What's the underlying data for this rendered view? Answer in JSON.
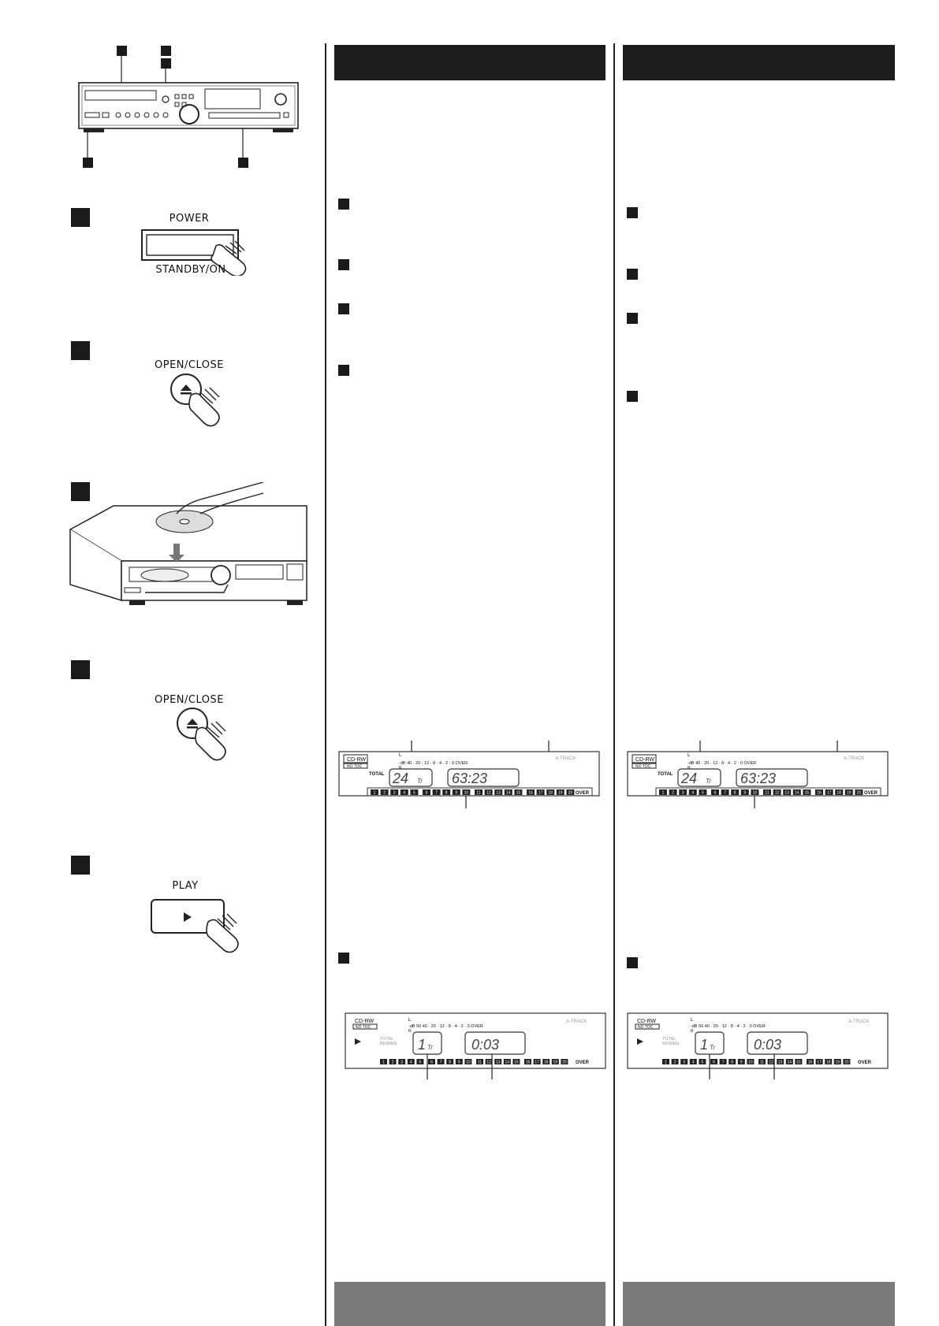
{
  "buttons": {
    "power_label": "POWER",
    "standby_label": "STANDBY/ON",
    "open_close_label_1": "OPEN/CLOSE",
    "open_close_label_2": "OPEN/CLOSE",
    "play_label": "PLAY"
  },
  "display_large": {
    "disc_type": "CD-RW",
    "no_toc": "NO TOC",
    "total_label": "TOTAL",
    "tracks": "24",
    "tracks_unit": "Tr",
    "time": "63:23",
    "a_track": "A-TRACK",
    "level_l": "L",
    "level_r": "R",
    "scale": "-dB  40 · 20 · 12 · 8 · 4 · 2 · 0 OVER",
    "track_numbers": [
      "1",
      "2",
      "3",
      "4",
      "5",
      "6",
      "7",
      "8",
      "9",
      "10",
      "11",
      "12",
      "13",
      "14",
      "15",
      "16",
      "17",
      "18",
      "19",
      "20"
    ],
    "over": "OVER"
  },
  "display_small": {
    "disc_type": "CD-RW",
    "no_toc": "NO TOC",
    "total_label": "TOTAL",
    "remain_label": "REMAIN",
    "track": "1",
    "track_unit": "Tr",
    "time": "0:03",
    "a_track": "A-TRACK",
    "level_l": "L",
    "level_r": "R",
    "scale": "-dB 50 40 · 20 · 12 · 8 · 4 · 2 · 0 OVER",
    "track_numbers": [
      "1",
      "2",
      "3",
      "4",
      "5",
      "6",
      "7",
      "8",
      "9",
      "10",
      "11",
      "12",
      "13",
      "14",
      "15",
      "16",
      "17",
      "18",
      "19",
      "20"
    ],
    "over": "OVER"
  },
  "colors": {
    "header_bar": "#1c1c1c",
    "footer_bar": "#7a7a7a",
    "bullet": "#1a1a1a"
  }
}
